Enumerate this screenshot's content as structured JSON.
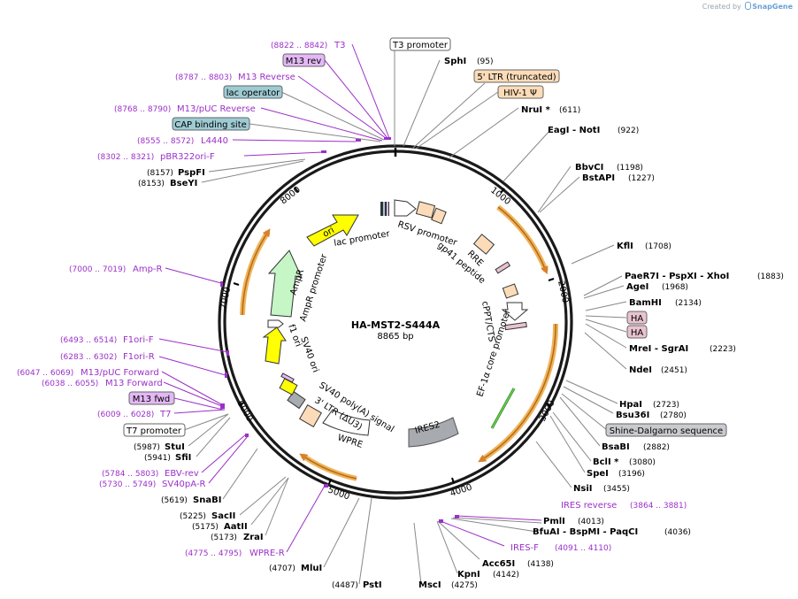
{
  "credit": {
    "prefix": "Created by",
    "brand": "SnapGene"
  },
  "plasmid": {
    "name": "HA-MST2-S444A",
    "size": "8865 bp"
  },
  "ticks": [
    "1000",
    "2000",
    "3000",
    "4000",
    "5000",
    "6000",
    "7000",
    "8000"
  ],
  "left_labels": [
    {
      "pos": "(8822 .. 8842)",
      "name": "T3",
      "kind": "primer"
    },
    {
      "name": "M13 rev",
      "kind": "box-primer"
    },
    {
      "pos": "(8787 .. 8803)",
      "name": "M13 Reverse",
      "kind": "primer"
    },
    {
      "name": "lac operator",
      "kind": "box-teal"
    },
    {
      "pos": "(8768 .. 8790)",
      "name": "M13/pUC Reverse",
      "kind": "primer"
    },
    {
      "name": "CAP binding site",
      "kind": "box-teal"
    },
    {
      "pos": "(8555 .. 8572)",
      "name": "L4440",
      "kind": "primer"
    },
    {
      "pos": "(8302 .. 8321)",
      "name": "pBR322ori-F",
      "kind": "primer"
    },
    {
      "pos": "(8157)",
      "name": "PspFI",
      "kind": "site"
    },
    {
      "pos": "(8153)",
      "name": "BseYI",
      "kind": "site"
    },
    {
      "pos": "(7000 .. 7019)",
      "name": "Amp-R",
      "kind": "primer"
    },
    {
      "pos": "(6493 .. 6514)",
      "name": "F1ori-F",
      "kind": "primer"
    },
    {
      "pos": "(6283 .. 6302)",
      "name": "F1ori-R",
      "kind": "primer"
    },
    {
      "pos": "(6047 .. 6069)",
      "name": "M13/pUC Forward",
      "kind": "primer"
    },
    {
      "pos": "(6038 .. 6055)",
      "name": "M13 Forward",
      "kind": "primer"
    },
    {
      "name": "M13 fwd",
      "kind": "box-primer"
    },
    {
      "pos": "(6009 .. 6028)",
      "name": "T7",
      "kind": "primer"
    },
    {
      "name": "T7 promoter",
      "kind": "box-white"
    },
    {
      "pos": "(5987)",
      "name": "StuI",
      "kind": "site"
    },
    {
      "pos": "(5941)",
      "name": "SfiI",
      "kind": "site"
    },
    {
      "pos": "(5784 .. 5803)",
      "name": "EBV-rev",
      "kind": "primer"
    },
    {
      "pos": "(5730 .. 5749)",
      "name": "SV40pA-R",
      "kind": "primer"
    },
    {
      "pos": "(5619)",
      "name": "SnaBI",
      "kind": "site"
    },
    {
      "pos": "(5225)",
      "name": "SacII",
      "kind": "site"
    },
    {
      "pos": "(5175)",
      "name": "AatII",
      "kind": "site"
    },
    {
      "pos": "(5173)",
      "name": "ZraI",
      "kind": "site"
    },
    {
      "pos": "(4775 .. 4795)",
      "name": "WPRE-R",
      "kind": "primer"
    },
    {
      "pos": "(4707)",
      "name": "MluI",
      "kind": "site"
    },
    {
      "pos": "(4487)",
      "name": "PstI",
      "kind": "site"
    }
  ],
  "right_labels": [
    {
      "name": "T3 promoter",
      "kind": "box-white"
    },
    {
      "name": "SphI",
      "pos": "(95)",
      "kind": "site"
    },
    {
      "name": "5' LTR (truncated)",
      "kind": "box-peach"
    },
    {
      "name": "HIV-1 Ψ",
      "kind": "box-peach"
    },
    {
      "name": "NruI *",
      "pos": "(611)",
      "kind": "site"
    },
    {
      "name": "EagI  - NotI",
      "pos": "(922)",
      "kind": "site"
    },
    {
      "name": "BbvCI",
      "pos": "(1198)",
      "kind": "site"
    },
    {
      "name": "BstAPI",
      "pos": "(1227)",
      "kind": "site"
    },
    {
      "name": "KflI",
      "pos": "(1708)",
      "kind": "site"
    },
    {
      "name": "PaeR7I  - PspXI  - XhoI",
      "pos": "(1883)",
      "kind": "site"
    },
    {
      "name": "AgeI",
      "pos": "(1968)",
      "kind": "site"
    },
    {
      "name": "BamHI",
      "pos": "(2134)",
      "kind": "site"
    },
    {
      "name": "HA",
      "kind": "box-pink"
    },
    {
      "name": "HA",
      "kind": "box-pink"
    },
    {
      "name": "MreI  - SgrAI",
      "pos": "(2223)",
      "kind": "site"
    },
    {
      "name": "NdeI",
      "pos": "(2451)",
      "kind": "site"
    },
    {
      "name": "HpaI",
      "pos": "(2723)",
      "kind": "site"
    },
    {
      "name": "Bsu36I",
      "pos": "(2780)",
      "kind": "site"
    },
    {
      "name": "Shine-Dalgarno sequence",
      "kind": "box-gray"
    },
    {
      "name": "BsaBI",
      "pos": "(2882)",
      "kind": "site"
    },
    {
      "name": "BclI *",
      "pos": "(3080)",
      "kind": "site"
    },
    {
      "name": "SpeI",
      "pos": "(3196)",
      "kind": "site"
    },
    {
      "name": "NsiI",
      "pos": "(3455)",
      "kind": "site"
    },
    {
      "name": "IRES reverse",
      "pos": "(3864 .. 3881)",
      "kind": "primer"
    },
    {
      "name": "PmlI",
      "pos": "(4013)",
      "kind": "site"
    },
    {
      "name": "BfuAI  - BspMI  - PaqCI",
      "pos": "(4036)",
      "kind": "site"
    },
    {
      "name": "IRES-F",
      "pos": "(4091 .. 4110)",
      "kind": "primer"
    },
    {
      "name": "Acc65I",
      "pos": "(4138)",
      "kind": "site"
    },
    {
      "name": "KpnI",
      "pos": "(4142)",
      "kind": "site"
    },
    {
      "name": "MscI",
      "pos": "(4275)",
      "kind": "site"
    }
  ],
  "inner_features": [
    "ori",
    "lac promoter",
    "RSV promoter",
    "RRE",
    "gp41 peptide",
    "cPPT/CTS",
    "EF-1α core promoter",
    "IRES2",
    "WPRE",
    "3' LTR (ΔU3)",
    "SV40 poly(A) signal",
    "SV40 ori",
    "f1 ori",
    "AmpR promoter",
    "AmpR"
  ],
  "colors": {
    "primer": "#9b30c8",
    "feature_yellow": "#ffff00",
    "feature_green": "#c6f5c6",
    "feature_peach": "#fcdcb8",
    "feature_gray": "#a7aaaf",
    "orf_orange": "#f0b35a",
    "teal_box": "#9ecbd3",
    "pink_box": "#e8c3cf",
    "primer_box": "#e3b8f5"
  }
}
